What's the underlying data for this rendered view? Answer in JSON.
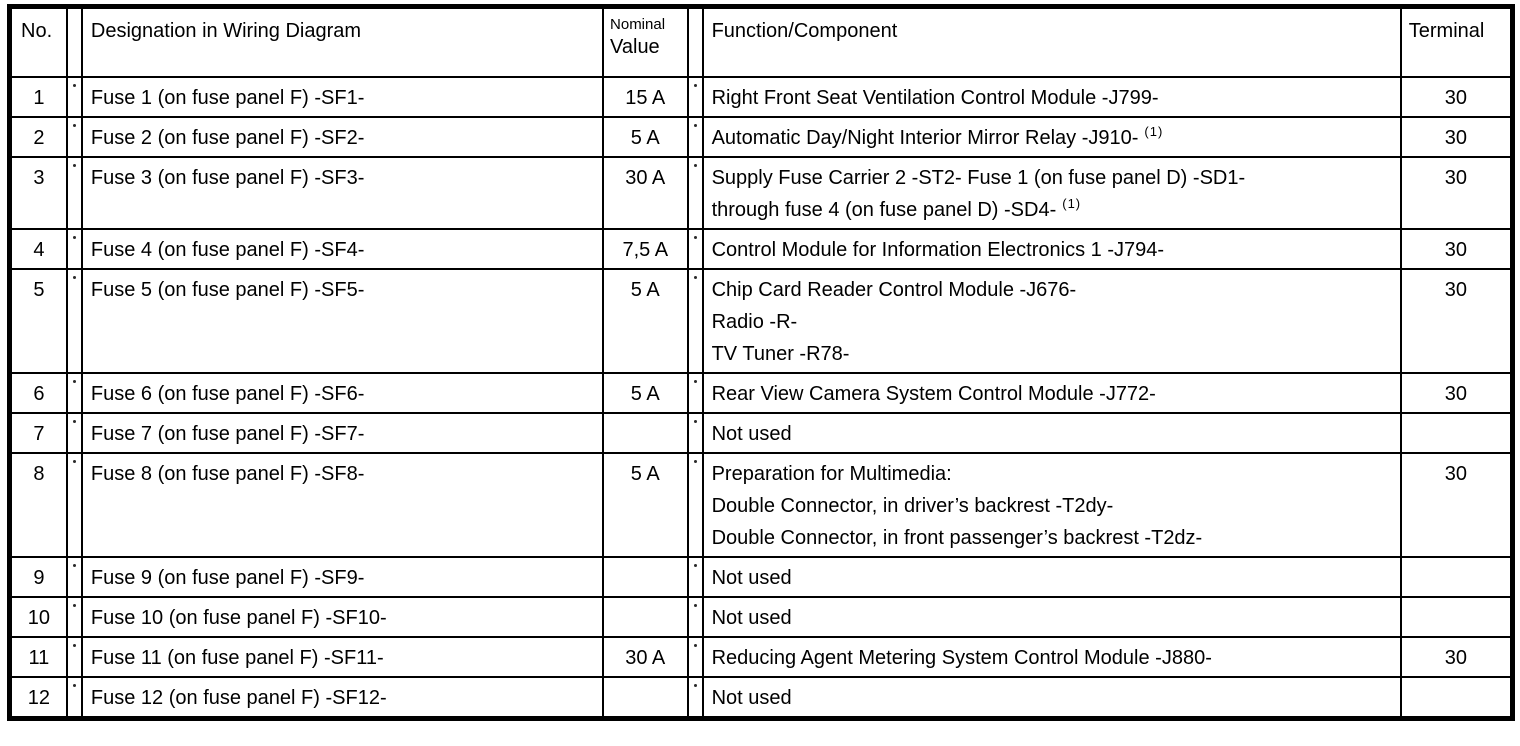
{
  "page": {
    "background": "#ffffff",
    "line_color": "#000000",
    "text_color": "#000000"
  },
  "table": {
    "headers": {
      "no": "No.",
      "designation": "Designation in Wiring Diagram",
      "nominal_value_line1": "Nominal",
      "nominal_value_line2": "Value",
      "function": "Function/Component",
      "terminal": "Terminal"
    },
    "rows": [
      {
        "no": "1",
        "designation": "Fuse 1 (on fuse panel F) -SF1-",
        "nominal_value": "15 A",
        "function_lines": [
          "Right Front Seat Ventilation Control Module -J799-"
        ],
        "footnote": "",
        "terminal": "30"
      },
      {
        "no": "2",
        "designation": "Fuse 2 (on fuse panel F) -SF2-",
        "nominal_value": "5 A",
        "function_lines": [
          "Automatic Day/Night Interior Mirror Relay -J910-"
        ],
        "footnote": "(1)",
        "terminal": "30"
      },
      {
        "no": "3",
        "designation": "Fuse 3 (on fuse panel F) -SF3-",
        "nominal_value": "30 A",
        "function_lines": [
          "Supply Fuse Carrier 2 -ST2- Fuse 1 (on fuse panel D) -SD1-",
          "through fuse 4 (on fuse panel D) -SD4-"
        ],
        "footnote": "(1)",
        "terminal": "30"
      },
      {
        "no": "4",
        "designation": "Fuse 4 (on fuse panel F) -SF4-",
        "nominal_value": "7,5 A",
        "function_lines": [
          "Control Module for Information Electronics 1 -J794-"
        ],
        "footnote": "",
        "terminal": "30"
      },
      {
        "no": "5",
        "designation": "Fuse 5 (on fuse panel F) -SF5-",
        "nominal_value": "5 A",
        "function_lines": [
          "Chip Card Reader Control Module -J676-",
          "Radio -R-",
          "TV Tuner -R78-"
        ],
        "footnote": "",
        "terminal": "30"
      },
      {
        "no": "6",
        "designation": "Fuse 6 (on fuse panel F) -SF6-",
        "nominal_value": "5 A",
        "function_lines": [
          "Rear View Camera System Control Module -J772-"
        ],
        "footnote": "",
        "terminal": "30"
      },
      {
        "no": "7",
        "designation": "Fuse 7 (on fuse panel F) -SF7-",
        "nominal_value": "",
        "function_lines": [
          "Not used"
        ],
        "footnote": "",
        "terminal": ""
      },
      {
        "no": "8",
        "designation": "Fuse 8 (on fuse panel F) -SF8-",
        "nominal_value": "5 A",
        "function_lines": [
          "Preparation for Multimedia:",
          "Double Connector, in driver’s backrest -T2dy-",
          "Double Connector, in front passenger’s backrest -T2dz-"
        ],
        "footnote": "",
        "terminal": "30"
      },
      {
        "no": "9",
        "designation": "Fuse 9 (on fuse panel F) -SF9-",
        "nominal_value": "",
        "function_lines": [
          "Not used"
        ],
        "footnote": "",
        "terminal": ""
      },
      {
        "no": "10",
        "designation": "Fuse 10 (on fuse panel F) -SF10-",
        "nominal_value": "",
        "function_lines": [
          "Not used"
        ],
        "footnote": "",
        "terminal": ""
      },
      {
        "no": "11",
        "designation": "Fuse 11 (on fuse panel F) -SF11-",
        "nominal_value": "30 A",
        "function_lines": [
          "Reducing Agent Metering System Control Module -J880-"
        ],
        "footnote": "",
        "terminal": "30"
      },
      {
        "no": "12",
        "designation": "Fuse 12 (on fuse panel F) -SF12-",
        "nominal_value": "",
        "function_lines": [
          "Not used"
        ],
        "footnote": "",
        "terminal": ""
      }
    ]
  }
}
